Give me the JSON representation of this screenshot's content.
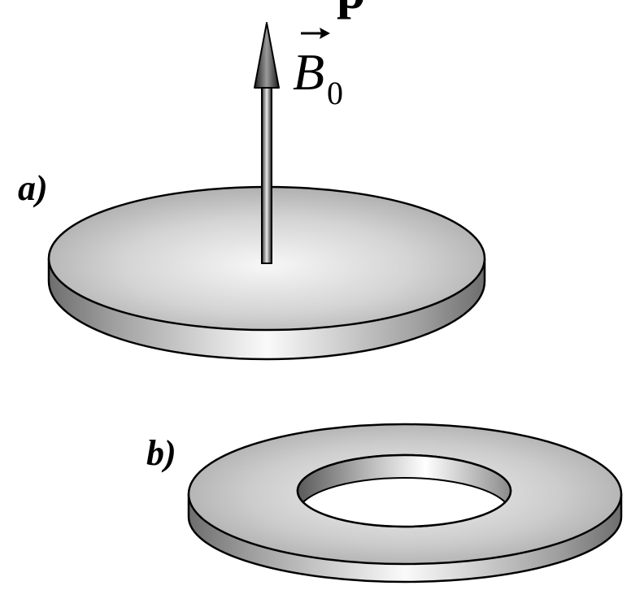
{
  "top_fragment": "p",
  "field_label": {
    "symbol": "B",
    "subscript": "0",
    "vector_arrow": "→"
  },
  "parts": {
    "a": {
      "label": "a)",
      "shape": "solid disk"
    },
    "b": {
      "label": "b)",
      "shape": "ring"
    }
  },
  "colors": {
    "outline": "#000000",
    "surface_light": "#f7f7f7",
    "surface_mid": "#cfcfcf",
    "surface_dark": "#8c8c8c",
    "background": "#ffffff"
  }
}
